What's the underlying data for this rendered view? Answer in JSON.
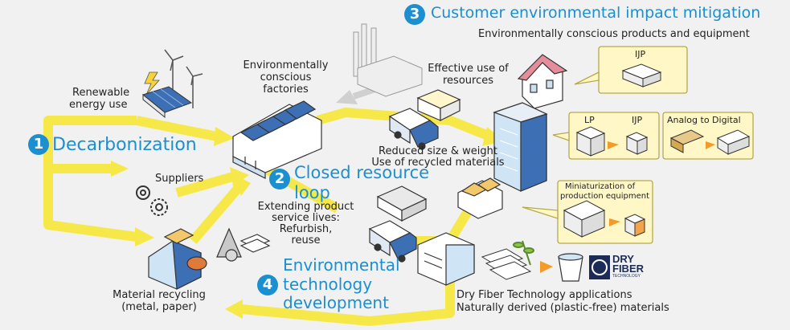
{
  "sections": {
    "s1": {
      "number": "1",
      "title": "Decarbonization"
    },
    "s2": {
      "number": "2",
      "title_line1": "Closed resource",
      "title_line2": "loop"
    },
    "s3": {
      "number": "3",
      "title": "Customer environmental impact mitigation",
      "subtitle": "Environmentally conscious products and equipment"
    },
    "s4": {
      "number": "4",
      "title_line1": "Environmental",
      "title_line2": "technology",
      "title_line3": "development"
    }
  },
  "labels": {
    "renewable_1": "Renewable",
    "renewable_2": "energy use",
    "factories_1": "Environmentally",
    "factories_2": "conscious",
    "factories_3": "factories",
    "suppliers": "Suppliers",
    "material_1": "Material recycling",
    "material_2": "(metal, paper)",
    "effective_1": "Effective use of",
    "effective_2": "resources",
    "reduced_1": "Reduced size & weight",
    "reduced_2": "Use of recycled materials",
    "extending_1": "Extending product",
    "extending_2": "service lives:",
    "extending_3": "Refurbish,",
    "extending_4": "reuse",
    "dryfiber_1": "Dry Fiber Technology applications",
    "dryfiber_2": "Naturally derived (plastic-free) materials"
  },
  "callouts": {
    "ijp_top": "IJP",
    "lp": "LP",
    "ijp_mid": "IJP",
    "analog": "Analog to Digital",
    "mini_1": "Miniaturization of",
    "mini_2": "production equipment"
  },
  "logo": {
    "line1": "DRY",
    "line2": "FIBER",
    "line3": "TECHNOLOGY"
  },
  "colors": {
    "accent": "#1b8fd0",
    "arrow": "#f7e84a",
    "background": "#f1f1f1",
    "callout_fill": "#fff8c6"
  }
}
